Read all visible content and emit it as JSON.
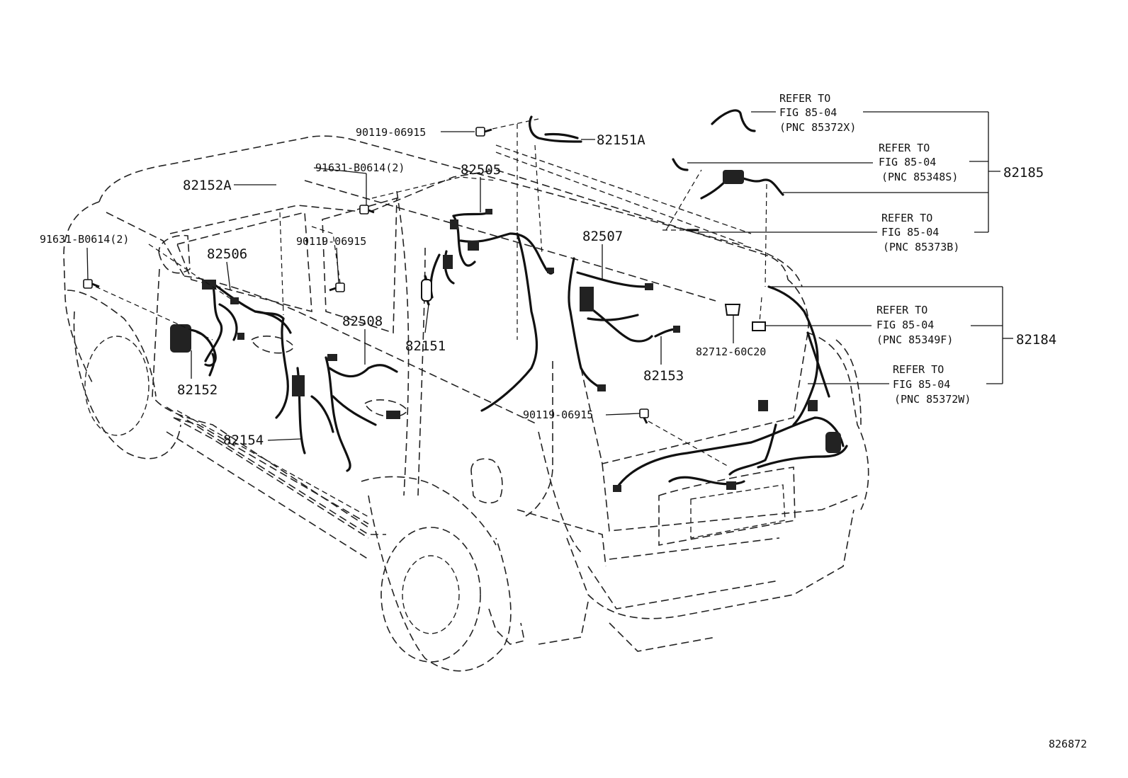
{
  "labels": {
    "p82151A": "82151A",
    "p82152A": "82152A",
    "p82505": "82505",
    "p82506": "82506",
    "p82507": "82507",
    "p82508": "82508",
    "p82151": "82151",
    "p82152": "82152",
    "p82153": "82153",
    "p82154": "82154",
    "p82185": "82185",
    "p82184": "82184",
    "bolt_top": "90119-06915",
    "bolt_pillar": "90119-06915",
    "bolt_rear": "90119-06915",
    "clip_roof": "91631-B0614(2)",
    "clip_front": "91631-B0614(2)",
    "sensor": "82712-60C20",
    "figure_id": "826872"
  },
  "refer_notes": [
    {
      "line1": "REFER TO",
      "line2": "FIG 85-04",
      "line3": "(PNC 85372X)"
    },
    {
      "line1": "REFER TO",
      "line2": "FIG 85-04",
      "line3": "(PNC 85348S)"
    },
    {
      "line1": "REFER TO",
      "line2": "FIG 85-04",
      "line3": "(PNC 85373B)"
    },
    {
      "line1": "REFER TO",
      "line2": "FIG 85-04",
      "line3": "(PNC 85349F)"
    },
    {
      "line1": "REFER TO",
      "line2": "FIG 85-04",
      "line3": "(PNC 85372W)"
    }
  ]
}
